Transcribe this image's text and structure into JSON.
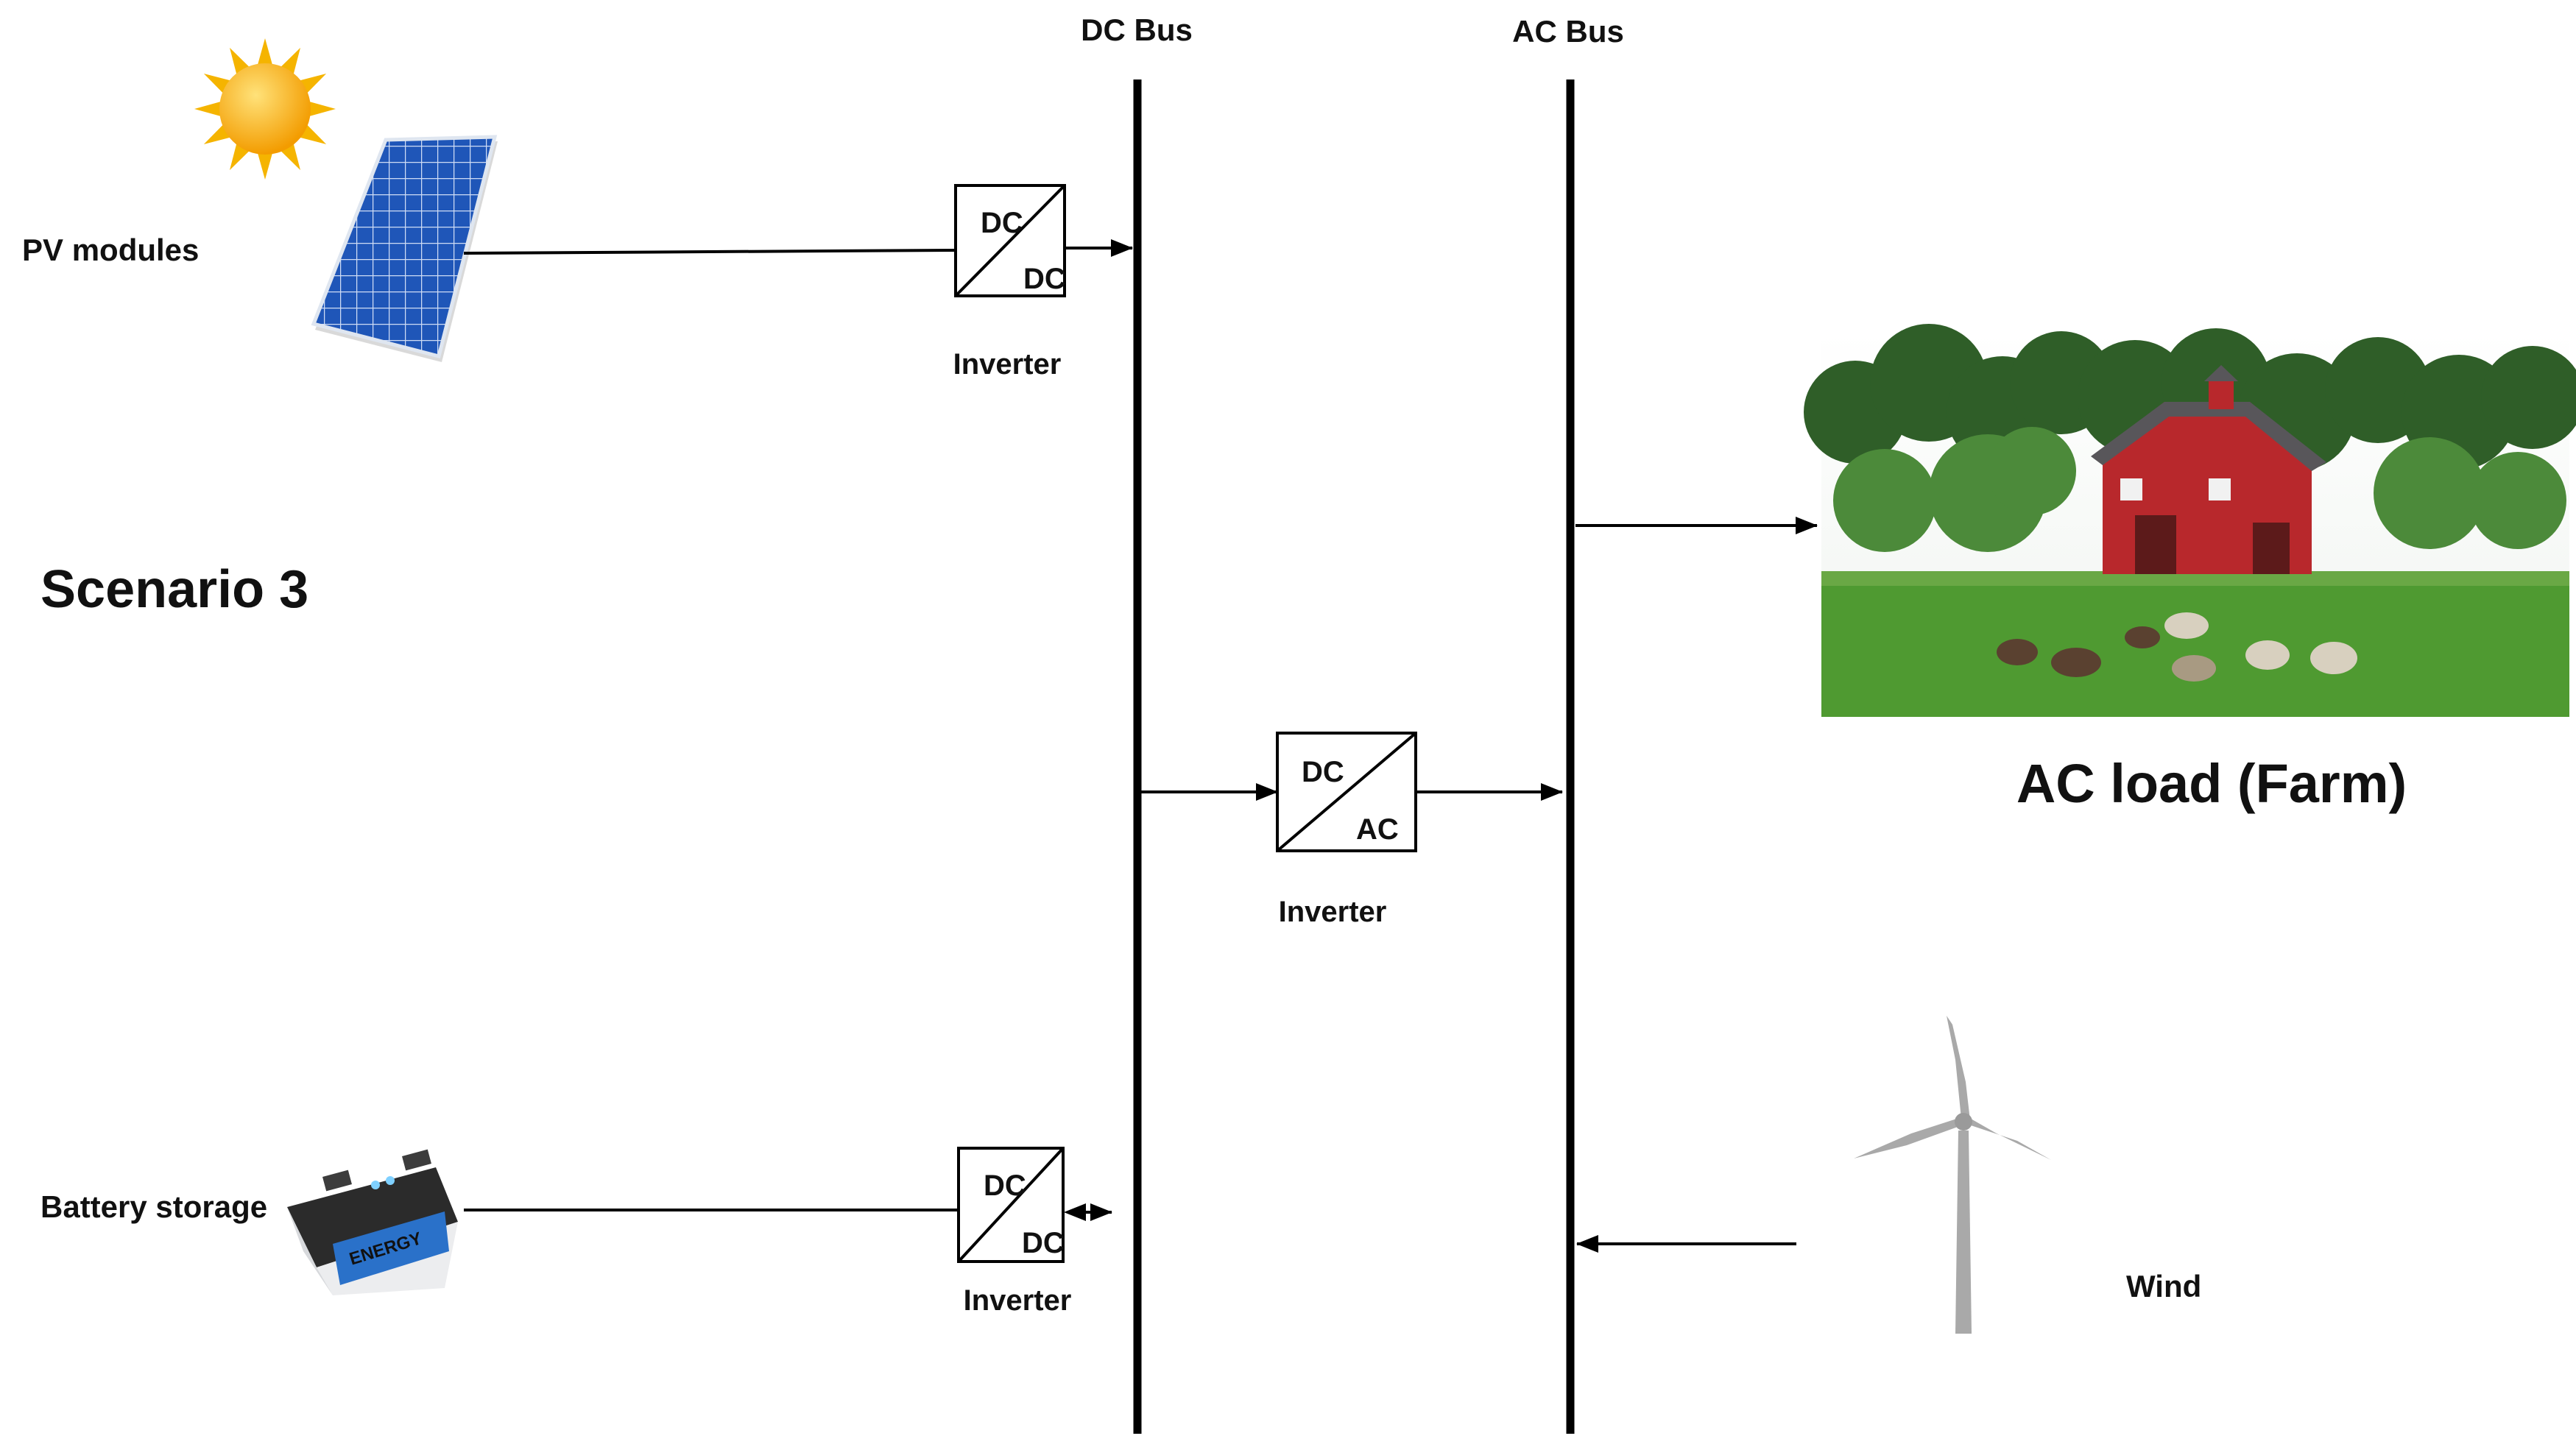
{
  "title": "Scenario 3",
  "buses": {
    "dc": "DC Bus",
    "ac": "AC Bus"
  },
  "sources": {
    "pv": "PV modules",
    "battery": "Battery storage",
    "battery_brand": "ENERGY",
    "wind": "Wind"
  },
  "load": {
    "label": "AC load (Farm)"
  },
  "converters": [
    {
      "id": "pv",
      "top": "DC",
      "bottom": "DC",
      "label": "Inverter"
    },
    {
      "id": "bus",
      "top": "DC",
      "bottom": "AC",
      "label": "Inverter"
    },
    {
      "id": "battery",
      "top": "DC",
      "bottom": "DC",
      "label": "Inverter"
    }
  ],
  "colors": {
    "line": "#000000",
    "panel": "#1f56b8",
    "sun": "#f5b400",
    "barn": "#b8282c",
    "grass": "#4f9a31",
    "turbine": "#a9a9a9"
  }
}
